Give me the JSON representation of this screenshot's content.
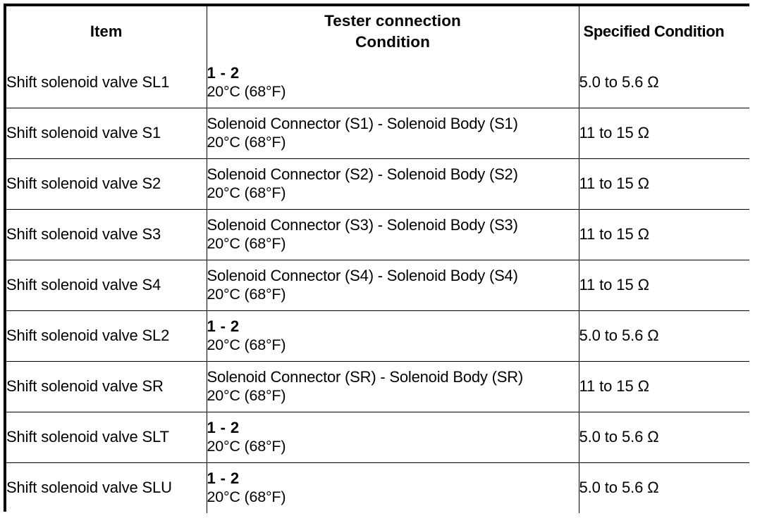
{
  "table": {
    "title_row": {
      "item": "Item",
      "condition_line1": "Tester connection",
      "condition_line2": "Condition",
      "specified": "Specified Condition"
    },
    "columns": [
      "Item",
      "Tester connection Condition",
      "Specified Condition"
    ],
    "rows": [
      {
        "item": "Shift solenoid valve SL1",
        "connection": "1 - 2",
        "connection_bold": true,
        "temperature": "20°C (68°F)",
        "specified": "5.0 to 5.6 Ω"
      },
      {
        "item": "Shift solenoid valve S1",
        "connection": "Solenoid Connector (S1) - Solenoid Body (S1)",
        "connection_bold": false,
        "temperature": "20°C (68°F)",
        "specified": "11 to 15 Ω"
      },
      {
        "item": "Shift solenoid valve S2",
        "connection": "Solenoid Connector (S2) - Solenoid Body (S2)",
        "connection_bold": false,
        "temperature": "20°C (68°F)",
        "specified": "11 to 15 Ω"
      },
      {
        "item": "Shift solenoid valve S3",
        "connection": "Solenoid Connector (S3) - Solenoid Body (S3)",
        "connection_bold": false,
        "temperature": "20°C (68°F)",
        "specified": "11 to 15 Ω"
      },
      {
        "item": "Shift solenoid valve S4",
        "connection": "Solenoid Connector (S4) - Solenoid Body (S4)",
        "connection_bold": false,
        "temperature": "20°C (68°F)",
        "specified": "11 to 15 Ω"
      },
      {
        "item": "Shift solenoid valve SL2",
        "connection": "1 - 2",
        "connection_bold": true,
        "temperature": "20°C (68°F)",
        "specified": "5.0 to 5.6 Ω"
      },
      {
        "item": "Shift solenoid valve SR",
        "connection": "Solenoid Connector (SR) - Solenoid Body (SR)",
        "connection_bold": false,
        "temperature": "20°C (68°F)",
        "specified": "11 to 15 Ω"
      },
      {
        "item": "Shift solenoid valve SLT",
        "connection": "1 - 2",
        "connection_bold": true,
        "temperature": "20°C (68°F)",
        "specified": "5.0 to 5.6 Ω"
      },
      {
        "item": "Shift solenoid valve SLU",
        "connection": "1 - 2",
        "connection_bold": true,
        "temperature": "20°C (68°F)",
        "specified": "5.0 to 5.6 Ω"
      }
    ]
  },
  "colors": {
    "border": "#000000",
    "text": "#000000",
    "background": "#ffffff"
  }
}
